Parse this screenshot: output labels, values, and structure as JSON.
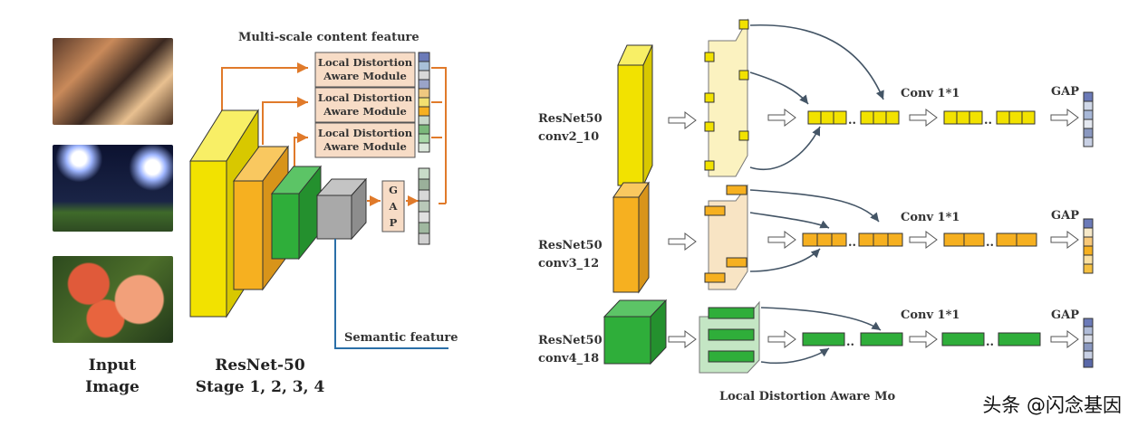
{
  "left": {
    "multiscale_label": "Multi-scale content feature",
    "module_line1": "Local Distortion",
    "module_line2": "Aware Module",
    "gap_label": "GAP",
    "gap_letters": [
      "G",
      "A",
      "P"
    ],
    "semantic_label": "Semantic feature",
    "input_label_1": "Input",
    "input_label_2": "Image",
    "resnet_label": "ResNet-50",
    "stage_label": "Stage 1, 2, 3, 4"
  },
  "right": {
    "rows": [
      {
        "name_1": "ResNet50",
        "name_2": "conv2_10",
        "conv": "Conv 1*1",
        "gap": "GAP",
        "color": "#f2e200"
      },
      {
        "name_1": "ResNet50",
        "name_2": "conv3_12",
        "conv": "Conv 1*1",
        "gap": "GAP",
        "color": "#f6b020"
      },
      {
        "name_1": "ResNet50",
        "name_2": "conv4_18",
        "conv": "Conv 1*1",
        "gap": "GAP",
        "color": "#2fae3a"
      }
    ],
    "ellipsis": "..",
    "caption": "Local Distortion Aware Mo"
  },
  "watermark": "头条 @闪念基因",
  "colors": {
    "yellow": "#f2e200",
    "orange": "#f6b020",
    "green": "#2fae3a",
    "gray": "#a9a9a9",
    "arrow_orange": "#e07a2a",
    "blue_line": "#2a6fa8"
  }
}
